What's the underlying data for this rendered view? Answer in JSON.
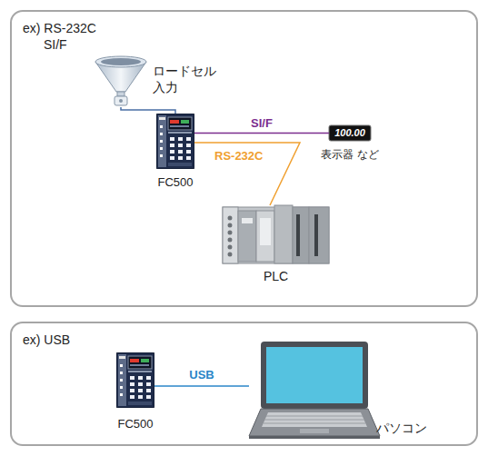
{
  "diagram": {
    "nodes": [
      {
        "text": [
          "ex) RS-232C SI/F"
        ]
      },
      {
        "text": [
          "ロードセル 入力"
        ],
        "in": 0
      },
      {
        "text": [
          "FC500"
        ],
        "in": 0
      },
      {
        "text": [
          "100.00",
          "表示器 など"
        ],
        "in": 0
      },
      {
        "text": [
          "PLC"
        ],
        "in": 0
      },
      {
        "text": [
          "ex) USB"
        ]
      },
      {
        "text": [
          "FC500"
        ],
        "in": 5
      },
      {
        "text": [
          "パソコン"
        ],
        "in": 5
      }
    ],
    "edges": [
      {
        "from": 1,
        "to": 2,
        "arrow": "none"
      },
      {
        "from": 2,
        "to": 3,
        "label": "SI/F",
        "arrow": "none"
      },
      {
        "from": 2,
        "to": 4,
        "label": "RS-232C",
        "arrow": "none"
      },
      {
        "from": 6,
        "to": 7,
        "label": "USB",
        "arrow": "none"
      }
    ]
  }
}
